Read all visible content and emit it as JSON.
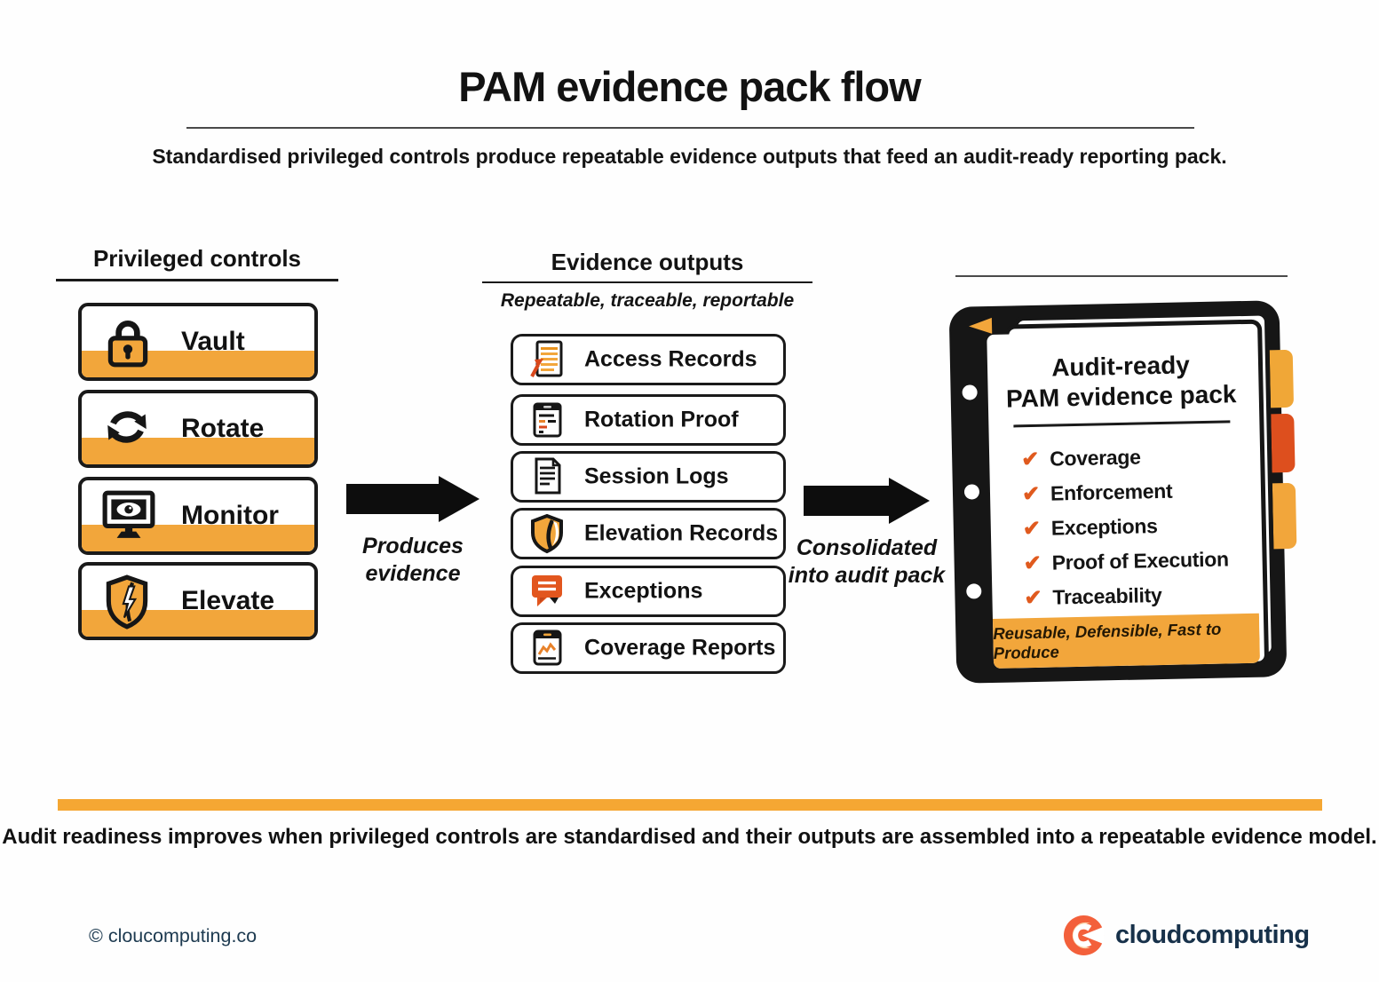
{
  "header": {
    "title": "PAM evidence pack flow",
    "subtitle": "Standardised privileged controls produce repeatable evidence outputs that feed an audit-ready reporting pack."
  },
  "controls": {
    "heading": "Privileged controls",
    "items": [
      {
        "label": "Vault",
        "icon": "lock-icon"
      },
      {
        "label": "Rotate",
        "icon": "rotate-arrows-icon"
      },
      {
        "label": "Monitor",
        "icon": "monitor-eye-icon"
      },
      {
        "label": "Elevate",
        "icon": "shield-bolt-icon"
      }
    ]
  },
  "flow": {
    "produces_line1": "Produces",
    "produces_line2": "evidence",
    "consolidated_line1": "Consolidated",
    "consolidated_line2": "into audit pack"
  },
  "outputs": {
    "heading": "Evidence outputs",
    "subheading": "Repeatable, traceable, reportable",
    "items": [
      {
        "label": "Access Records",
        "icon": "document-highlight-icon"
      },
      {
        "label": "Rotation Proof",
        "icon": "list-window-icon"
      },
      {
        "label": "Session Logs",
        "icon": "document-lines-icon"
      },
      {
        "label": "Elevation Records",
        "icon": "shield-icon"
      },
      {
        "label": "Exceptions",
        "icon": "chat-bubble-icon"
      },
      {
        "label": "Coverage Reports",
        "icon": "chart-window-icon"
      }
    ]
  },
  "pack": {
    "title_line1": "Audit-ready",
    "title_line2": "PAM evidence pack",
    "check_glyph": "✔",
    "checklist": [
      "Coverage",
      "Enforcement",
      "Exceptions",
      "Proof of Execution",
      "Traceability"
    ],
    "banner": "Reusable, Defensible, Fast to Produce"
  },
  "footnote": "Audit readiness improves when privileged controls are standardised and their outputs are assembled into a repeatable evidence model.",
  "footer": {
    "copyright": "© cloucomputing.co",
    "brand": "cloudcomputing"
  },
  "colors": {
    "accent_orange": "#F2A63B",
    "accent_red_orange": "#E05A1E",
    "ink": "#1a1a1a",
    "navy": "#1d3a50"
  }
}
